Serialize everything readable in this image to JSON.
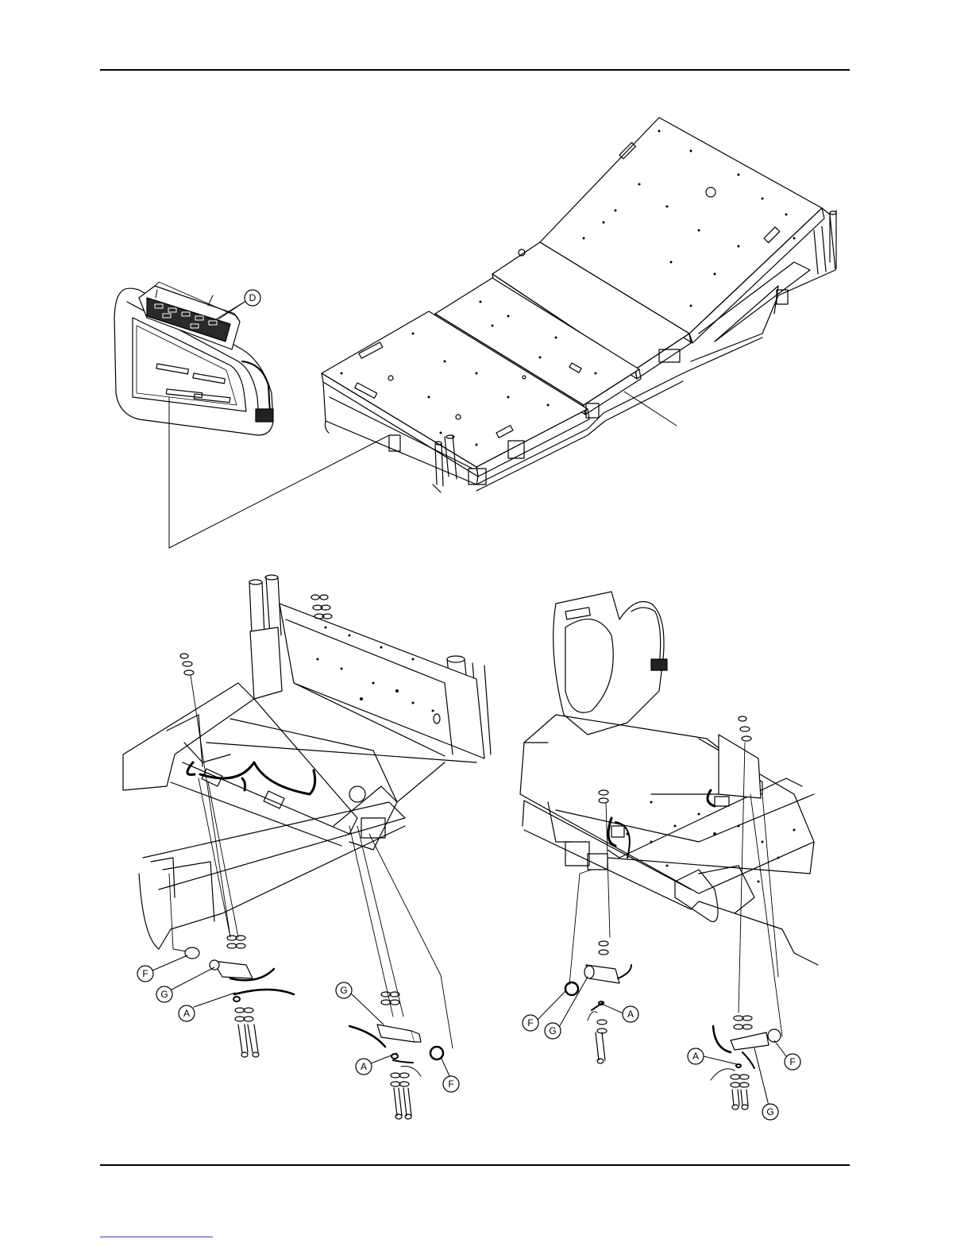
{
  "callouts": {
    "d": "D",
    "f1": "F",
    "g1": "G",
    "a1": "A",
    "g2": "G",
    "a2": "A",
    "f2": "F",
    "f3": "F",
    "g3": "G",
    "a3": "A",
    "a4": "A",
    "g4": "G",
    "f4": "F"
  }
}
